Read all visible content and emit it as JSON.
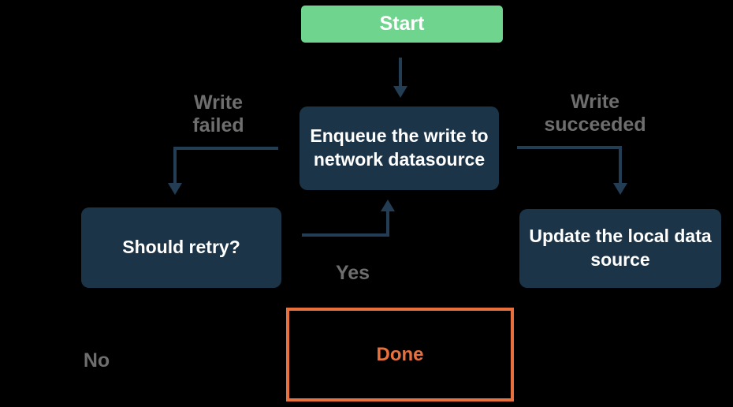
{
  "diagram": {
    "type": "flowchart",
    "nodes": {
      "start": {
        "label": "Start",
        "style": "solid-green"
      },
      "enqueue": {
        "label": "Enqueue the write to network datasource",
        "style": "solid-navy"
      },
      "should_retry": {
        "label": "Should retry?",
        "style": "solid-navy"
      },
      "update_local": {
        "label": "Update the local data source",
        "style": "solid-navy"
      },
      "done": {
        "label": "Done",
        "style": "outlined-orange"
      }
    },
    "edge_labels": {
      "write_failed": "Write failed",
      "write_succeeded": "Write succeeded",
      "yes": "Yes",
      "no": "No"
    },
    "edges": [
      {
        "from": "start",
        "to": "enqueue",
        "label": ""
      },
      {
        "from": "enqueue",
        "to": "should_retry",
        "label": "Write failed"
      },
      {
        "from": "enqueue",
        "to": "update_local",
        "label": "Write succeeded"
      },
      {
        "from": "should_retry",
        "to": "enqueue",
        "label": "Yes"
      },
      {
        "from": "should_retry",
        "to": "done",
        "label": "No"
      }
    ]
  },
  "colors": {
    "background": "#000000",
    "node_bg": "#1C3447",
    "node_text": "#FFFFFF",
    "start_bg": "#6FD48E",
    "arrow": "#223D54",
    "edge_label": "#6E6E6E",
    "done_accent": "#E7703C"
  }
}
